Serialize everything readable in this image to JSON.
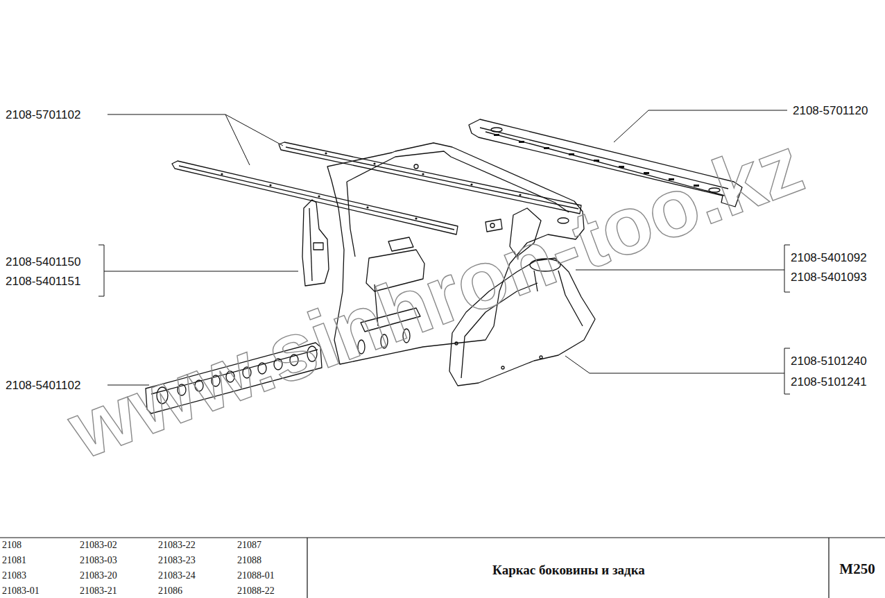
{
  "diagram": {
    "title": "Каркас боковины и задка",
    "labels": [
      "2108-5701102",
      "2108-5701120",
      "2108-5401150",
      "2108-5401151",
      "2108-5401092",
      "2108-5401093",
      "2108-5401102",
      "2108-5101240",
      "2108-5101241",
      "www.sinhron-too.kz",
      "2108",
      "21083-02",
      "21083-22",
      "21087",
      "21081",
      "21083-03",
      "21083-23",
      "21088",
      "21083",
      "21083-20",
      "21083-24",
      "21088-01",
      "21083-01",
      "21083-21",
      "21086",
      "21088-22",
      "M250"
    ]
  }
}
